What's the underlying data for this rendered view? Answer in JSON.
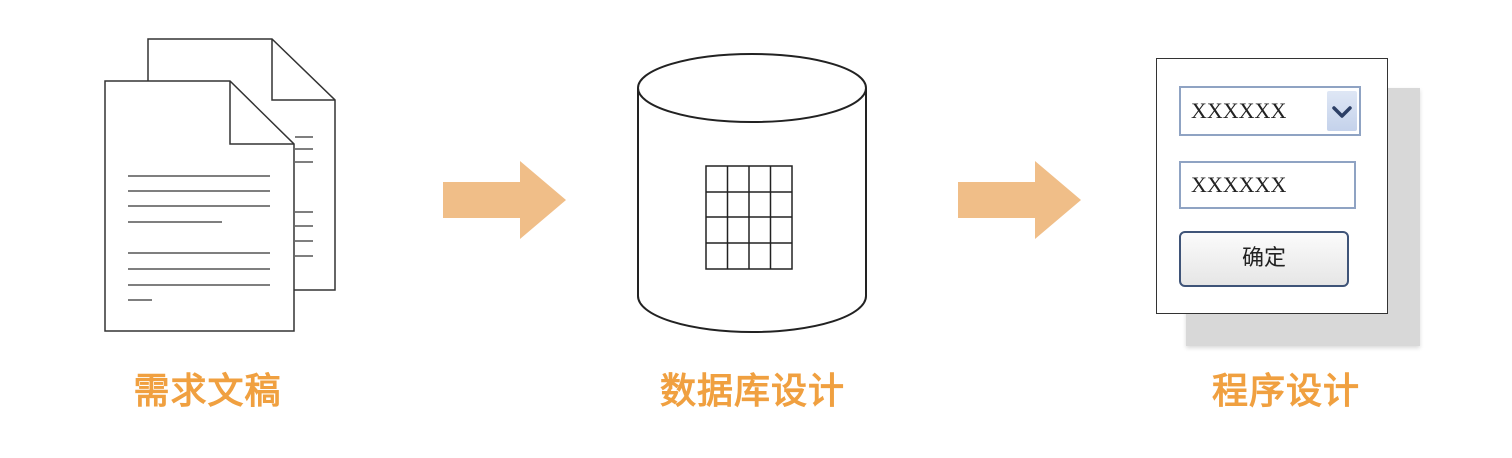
{
  "colors": {
    "accent": "#f0a040",
    "arrow": "#f0be88",
    "outline": "#333333",
    "field_border": "#8fa3c3",
    "button_border": "#3f5478"
  },
  "steps": [
    {
      "caption": "需求文稿",
      "icon": "documents-icon"
    },
    {
      "caption": "数据库设计",
      "icon": "database-icon"
    },
    {
      "caption": "程序设计",
      "icon": "form-window-icon"
    }
  ],
  "form": {
    "select_value": "XXXXXX",
    "input_value": "XXXXXX",
    "button_label": "确定"
  }
}
